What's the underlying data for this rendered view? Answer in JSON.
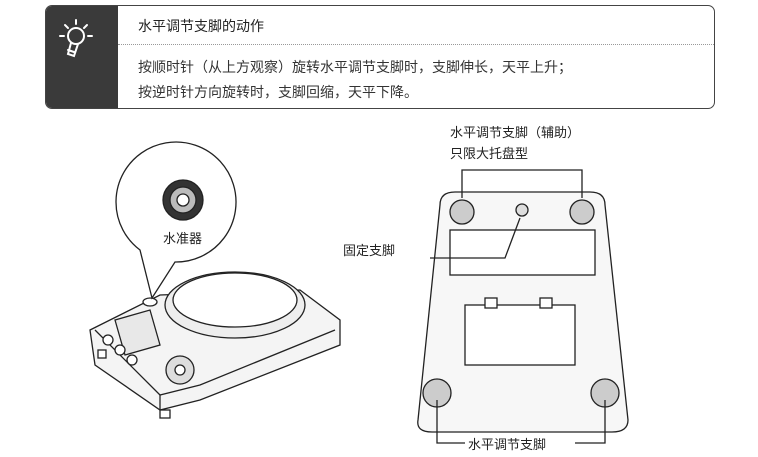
{
  "tip": {
    "icon": "lightbulb-icon",
    "title": "水平调节支脚的动作",
    "lines": [
      "按顺时针（从上方观察）旋转水平调节支脚时，支脚伸长，天平上升；",
      "按逆时针方向旋转时，支脚回缩，天平下降。"
    ]
  },
  "figure": {
    "level_label": "水准器",
    "aux_feet_label": "水平调节支脚（辅助）",
    "aux_feet_note": "只限大托盘型",
    "fixed_foot_label": "固定支脚",
    "adjust_feet_label": "水平调节支脚"
  }
}
